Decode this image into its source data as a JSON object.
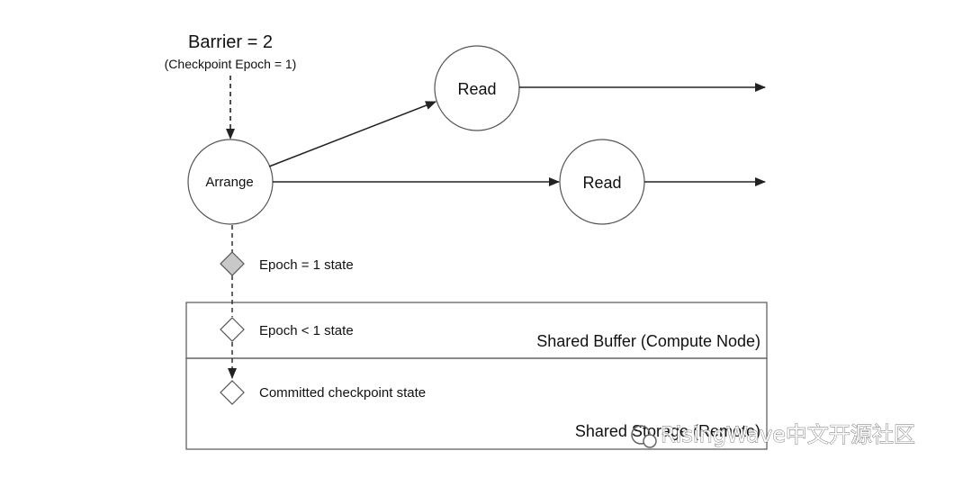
{
  "barrier": {
    "title": "Barrier = 2",
    "subtitle": "(Checkpoint Epoch = 1)"
  },
  "nodes": {
    "arrange": "Arrange",
    "read_top": "Read",
    "read_bottom": "Read"
  },
  "states": {
    "epoch_eq": "Epoch = 1 state",
    "epoch_lt": "Epoch < 1 state",
    "committed": "Committed checkpoint state"
  },
  "regions": {
    "shared_buffer": "Shared Buffer (Compute Node)",
    "shared_storage": "Shared Storage (Remote)"
  },
  "watermark": "RisingWave中文开源社区",
  "colors": {
    "stroke": "#222222",
    "state_fill_current": "#c8c8c8",
    "state_fill_other": "#ffffff",
    "region_border": "#555555"
  }
}
